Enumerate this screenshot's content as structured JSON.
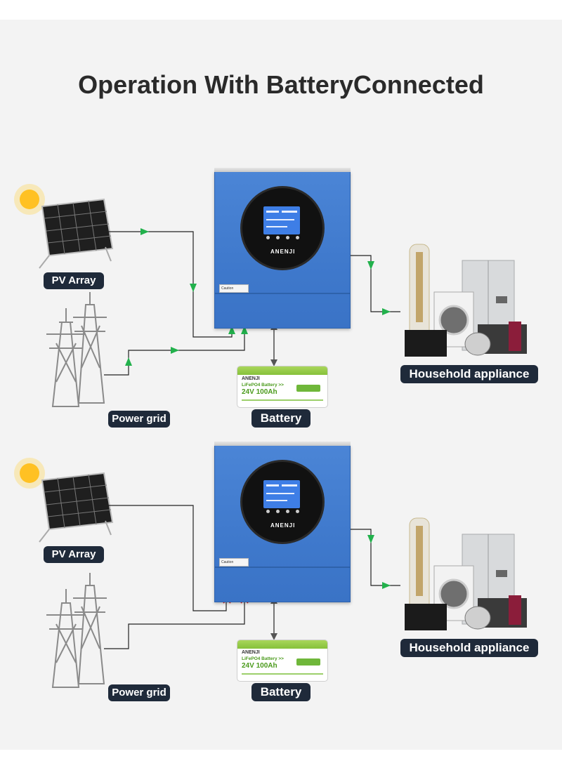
{
  "title": "Operation With BatteryConnected",
  "panels": [
    {
      "pv_label": "PV Array",
      "grid_label": "Power grid",
      "battery_label": "Battery",
      "appliance_label": "Household appliance",
      "inverter_brand": "ANENJI",
      "battery_brand": "ANENJI",
      "battery_chem": "LiFePO4 Battery >>",
      "battery_spec": "24V 100Ah",
      "pv_flow": "active",
      "grid_flow": "active",
      "sticker": "Caution"
    },
    {
      "pv_label": "PV Array",
      "grid_label": "Power grid",
      "battery_label": "Battery",
      "appliance_label": "Household appliance",
      "inverter_brand": "ANENJI",
      "battery_brand": "ANENJI",
      "battery_chem": "LiFePO4 Battery >>",
      "battery_spec": "24V 100Ah",
      "pv_flow": "cut",
      "grid_flow": "cut",
      "sticker": "Caution"
    }
  ],
  "colors": {
    "flow_green": "#22b14c",
    "cut_red": "#e02020",
    "wire": "#222222",
    "pill": "#1f2a3a",
    "inverter_blue": "#4280d2"
  }
}
